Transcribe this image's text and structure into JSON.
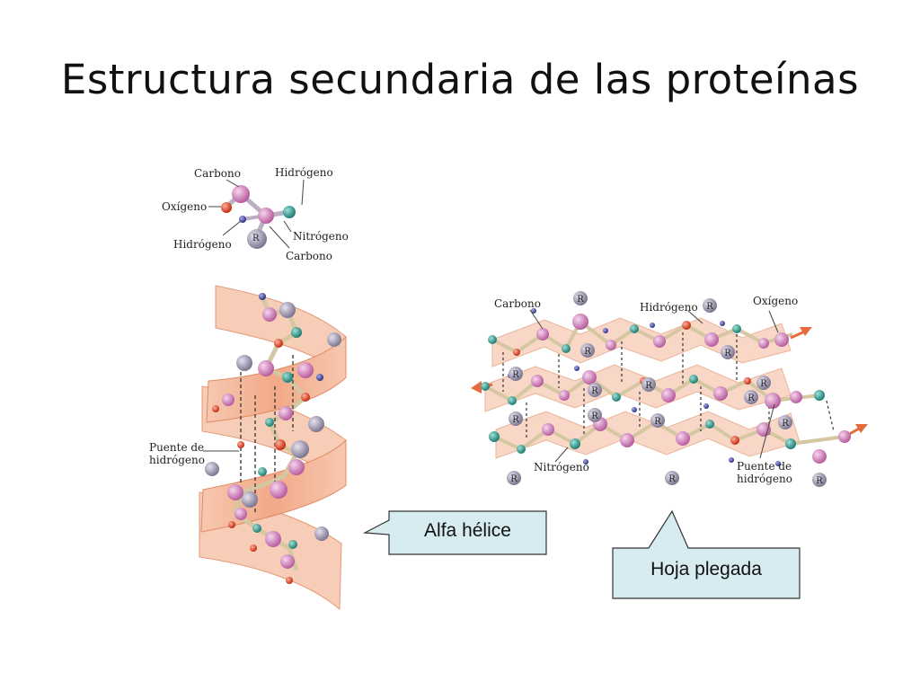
{
  "slide": {
    "title": "Estructura secundaria de las proteínas"
  },
  "top_diagram": {
    "labels": {
      "carbono_1": "Carbono",
      "oxigeno": "Oxígeno",
      "hidrogeno_top": "Hidrógeno",
      "hidrogeno_left": "Hidrógeno",
      "nitrogeno": "Nitrógeno",
      "carbono_2": "Carbono",
      "r_group": "R"
    }
  },
  "helix": {
    "label_puente_line1": "Puente de",
    "label_puente_line2": "hidrógeno"
  },
  "sheet": {
    "labels": {
      "carbono": "Carbono",
      "hidrogeno": "Hidrógeno",
      "oxigeno": "Oxígeno",
      "nitrogeno": "Nitrógeno",
      "puente_line1": "Puente de",
      "puente_line2": "hidrógeno",
      "r_group": "R"
    }
  },
  "callouts": {
    "alfa": "Alfa hélice",
    "hoja": "Hoja plegada"
  },
  "colors": {
    "ribbon": "#f2b89a",
    "ribbon_edge": "#e08a63",
    "carbon": "#d98cc4",
    "nitrogen": "#3aa59a",
    "oxygen": "#e8452a",
    "hydrogen": "#4a4fa8",
    "r_group": "#a8a2b8",
    "callout_fill": "#d7ecf0"
  }
}
